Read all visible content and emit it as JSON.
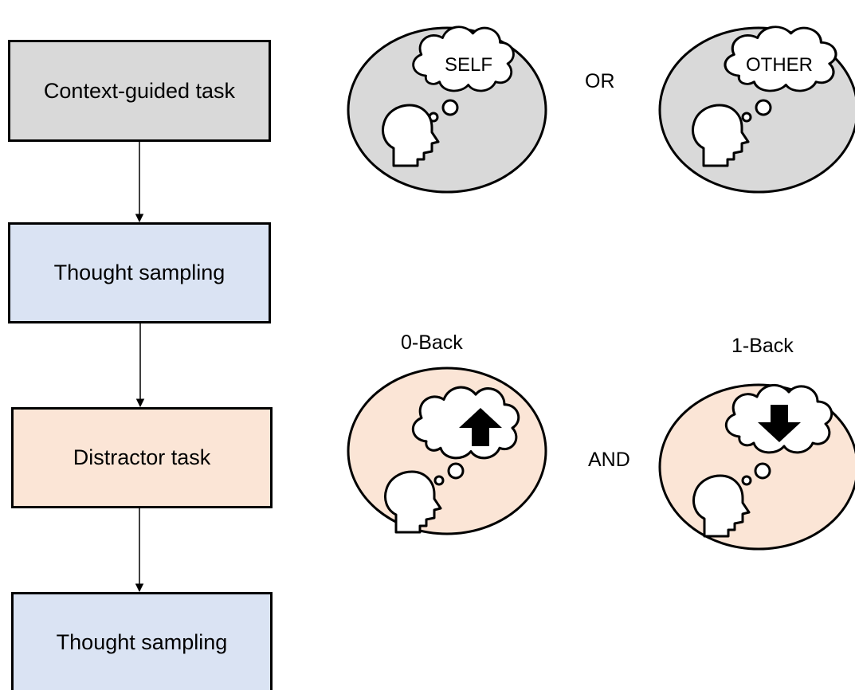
{
  "flow": {
    "steps": [
      {
        "label": "Context-guided task",
        "fill": "#d9d9d9"
      },
      {
        "label": "Thought sampling",
        "fill": "#dae3f3"
      },
      {
        "label": "Distractor task",
        "fill": "#fbe5d6"
      },
      {
        "label": "Thought sampling",
        "fill": "#dae3f3"
      }
    ]
  },
  "row_top": {
    "left_bubble_text": "SELF",
    "connector": "OR",
    "right_bubble_text": "OTHER",
    "fill": "#d9d9d9"
  },
  "row_bottom": {
    "left_title": "0-Back",
    "right_title": "1-Back",
    "connector": "AND",
    "left_icon": "arrow-up-icon",
    "right_icon": "arrow-down-icon",
    "fill": "#fbe5d6"
  }
}
